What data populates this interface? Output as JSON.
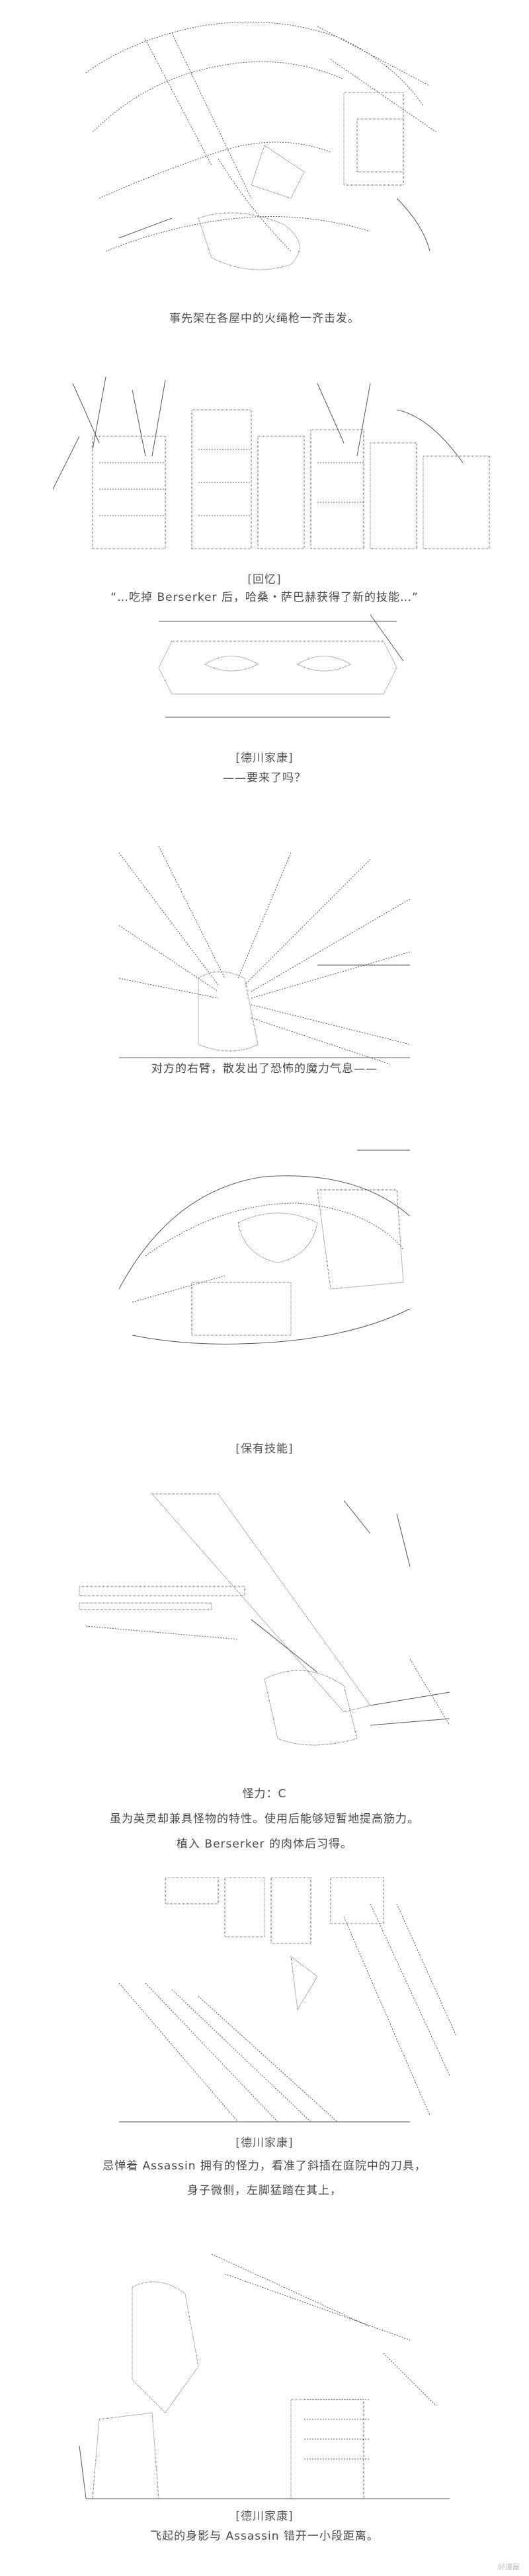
{
  "panels": [
    {
      "caption": "事先架在各屋中的火绳枪一齐击发。"
    },
    {
      "label": "[回忆]",
      "caption": "“…吃掉 Berserker 后，哈桑・萨巴赫获得了新的技能…”"
    },
    {
      "label": "[德川家康]",
      "caption": "——要来了吗？"
    },
    {
      "caption": "对方的右臂，散发出了恐怖的魔力气息——"
    },
    {
      "label": "[保有技能]"
    },
    {
      "caption_1": "怪力：C",
      "caption_2": "虽为英灵却兼具怪物的特性。使用后能够短暂地提高筋力。",
      "caption_3": "植入 Berserker 的肉体后习得。"
    },
    {
      "label": "[德川家康]",
      "caption_1": "忌惮着 Assassin 拥有的怪力，看准了斜插在庭院中的刀具，",
      "caption_2": "身子微侧，左脚猛踏在其上，"
    },
    {
      "label": "[德川家康]",
      "caption": "飞起的身影与 Assassin 错开一小段距离。"
    }
  ],
  "watermark": "好漫屋"
}
